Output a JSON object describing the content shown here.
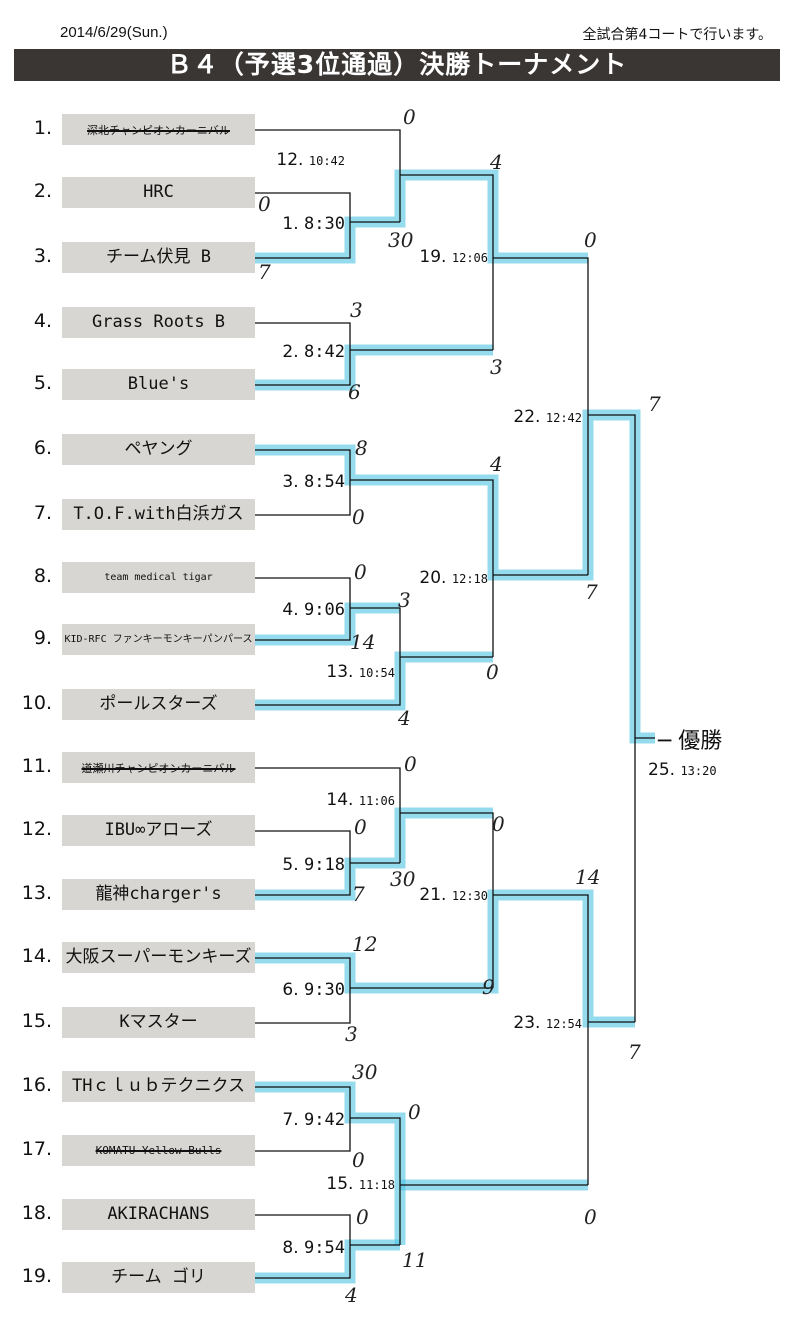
{
  "header": {
    "date": "2014/6/29(Sun.)",
    "note": "全試合第4コートで行います。",
    "title": "Ｂ４（予選3位通過）決勝トーナメント"
  },
  "teams": [
    {
      "no": "1.",
      "name": "深北チャンピオンカーニバル",
      "withdrawn": true
    },
    {
      "no": "2.",
      "name": "HRC"
    },
    {
      "no": "3.",
      "name": "チーム伏見 B"
    },
    {
      "no": "4.",
      "name": "Grass Roots B"
    },
    {
      "no": "5.",
      "name": "Blue's"
    },
    {
      "no": "6.",
      "name": "ペヤング"
    },
    {
      "no": "7.",
      "name": "T.O.F.with白浜ガス"
    },
    {
      "no": "8.",
      "name": "team medical tigar"
    },
    {
      "no": "9.",
      "name": "KID-RFC ファンキーモンキーパンパース"
    },
    {
      "no": "10.",
      "name": "ポールスターズ"
    },
    {
      "no": "11.",
      "name": "道瀬川チャンピオンカーニバル",
      "withdrawn": true
    },
    {
      "no": "12.",
      "name": "IBU∞アローズ"
    },
    {
      "no": "13.",
      "name": "龍神charger's"
    },
    {
      "no": "14.",
      "name": "大阪スーパーモンキーズ"
    },
    {
      "no": "15.",
      "name": "Kマスター"
    },
    {
      "no": "16.",
      "name": "THｃｌｕｂテクニクス"
    },
    {
      "no": "17.",
      "name": "KOMATU Yellow Bulls",
      "withdrawn": true
    },
    {
      "no": "18.",
      "name": "AKIRACHANS"
    },
    {
      "no": "19.",
      "name": "チーム ゴリ"
    }
  ],
  "matches": [
    {
      "no": "12.",
      "time": "10:42"
    },
    {
      "no": "1.",
      "time": "8:30"
    },
    {
      "no": "19.",
      "time": "12:06"
    },
    {
      "no": "2.",
      "time": "8:42"
    },
    {
      "no": "22.",
      "time": "12:42"
    },
    {
      "no": "3.",
      "time": "8:54"
    },
    {
      "no": "20.",
      "time": "12:18"
    },
    {
      "no": "4.",
      "time": "9:06"
    },
    {
      "no": "13.",
      "time": "10:54"
    },
    {
      "no": "25.",
      "time": "13:20"
    },
    {
      "no": "14.",
      "time": "11:06"
    },
    {
      "no": "5.",
      "time": "9:18"
    },
    {
      "no": "21.",
      "time": "12:30"
    },
    {
      "no": "6.",
      "time": "9:30"
    },
    {
      "no": "23.",
      "time": "12:54"
    },
    {
      "no": "7.",
      "time": "9:42"
    },
    {
      "no": "15.",
      "time": "11:18"
    },
    {
      "no": "8.",
      "time": "9:54"
    }
  ],
  "champion_label": "優勝",
  "scores": [
    "0",
    "0",
    "30",
    "7",
    "4",
    "0",
    "3",
    "3",
    "6",
    "7",
    "8",
    "4",
    "0",
    "0",
    "7",
    "3",
    "14",
    "0",
    "4",
    "0",
    "0",
    "0",
    "30",
    "7",
    "14",
    "12",
    "9",
    "3",
    "7",
    "30",
    "0",
    "0",
    "0",
    "0",
    "11",
    "4"
  ],
  "colors": {
    "highlight": "#4cc3e3",
    "titlebar": "#3a3634",
    "teambox": "#d8d6d3"
  }
}
